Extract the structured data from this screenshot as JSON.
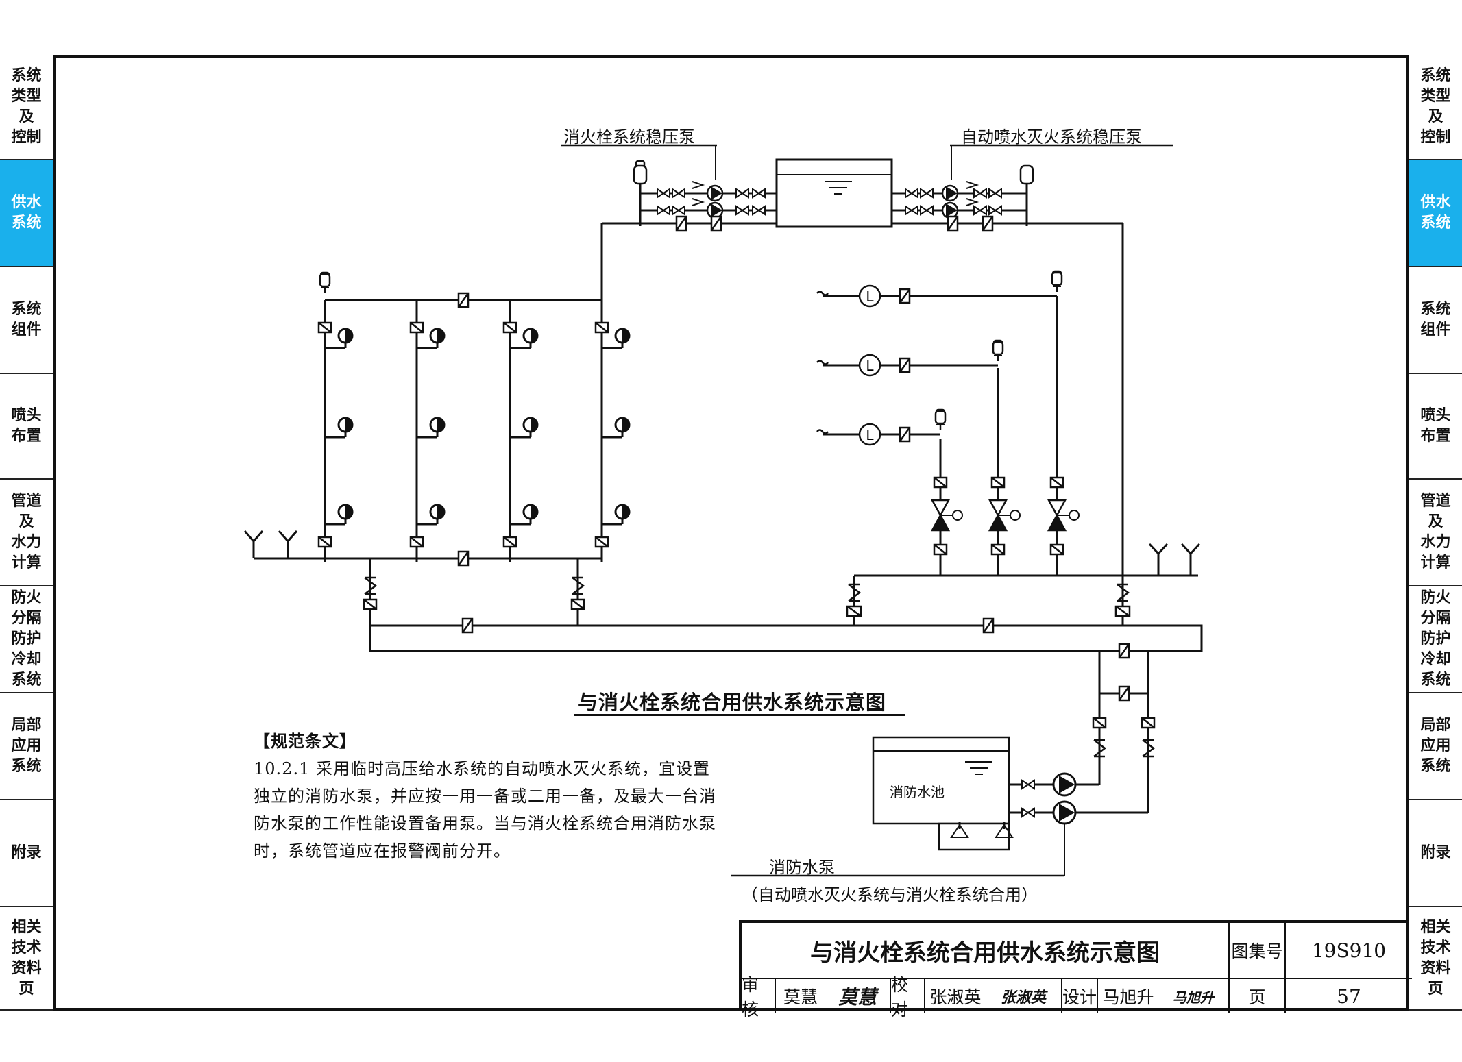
{
  "side_tabs": [
    {
      "label": "系统\n类型\n及\n控制",
      "active": false
    },
    {
      "label": "供水\n系统",
      "active": true
    },
    {
      "label": "系统\n组件",
      "active": false
    },
    {
      "label": "喷头\n布置",
      "active": false
    },
    {
      "label": "管道\n及\n水力\n计算",
      "active": false
    },
    {
      "label": "防火\n分隔\n防护\n冷却\n系统",
      "active": false
    },
    {
      "label": "局部\n应用\n系统",
      "active": false
    },
    {
      "label": "附录",
      "active": false
    },
    {
      "label": "相关\n技术\n资料\n页",
      "active": false
    }
  ],
  "accent_color": "#1ab0ec",
  "diagram": {
    "hydrant_stabilizer_pump_label": "消火栓系统稳压泵",
    "sprinkler_stabilizer_pump_label": "自动喷水灭火系统稳压泵",
    "fire_pool_label": "消防水池",
    "fire_pump_label": "消防水泵",
    "fire_pump_note": "（自动喷水灭火系统与消火栓系统合用）",
    "title": "与消火栓系统合用供水系统示意图"
  },
  "spec": {
    "heading": "【规范条文】",
    "lines": [
      "10.2.1 采用临时高压给水系统的自动喷水灭火系统，宜设置",
      "独立的消防水泵，并应按一用一备或二用一备，及最大一台消",
      "防水泵的工作性能设置备用泵。当与消火栓系统合用消防水泵",
      "时，系统管道应在报警阀前分开。"
    ]
  },
  "title_block": {
    "title": "与消火栓系统合用供水系统示意图",
    "atlas_label": "图集号",
    "atlas_no": "19S910",
    "review_label": "审核",
    "reviewer": "莫慧",
    "reviewer_sig": "莫慧",
    "check_label": "校对",
    "checker": "张淑英",
    "checker_sig": "张淑英",
    "design_label": "设计",
    "designer": "马旭升",
    "designer_sig": "马旭升",
    "page_label": "页",
    "page_no": "57"
  }
}
